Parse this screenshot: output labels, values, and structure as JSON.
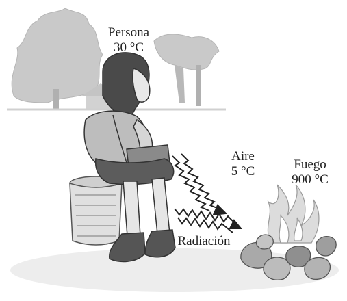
{
  "labels": {
    "person": {
      "name": "Persona",
      "temp": "30 °C"
    },
    "air": {
      "name": "Aire",
      "temp": "5 °C"
    },
    "fire": {
      "name": "Fuego",
      "temp": "900 °C"
    },
    "radiation": {
      "name": "Radiación"
    }
  },
  "colors": {
    "background": "#ffffff",
    "text": "#222222",
    "trees": "#c9c9c9",
    "figure_dark": "#4a4a4a",
    "figure_mid": "#8a8a8a",
    "figure_light": "#bdbdbd",
    "ground": "#e6e6e6",
    "fire": "#d8d8d8",
    "rocks": "#9a9a9a"
  },
  "icons": [
    "tree-icon",
    "person-icon",
    "wave-arrow-icon",
    "fire-icon",
    "rock-icon"
  ]
}
